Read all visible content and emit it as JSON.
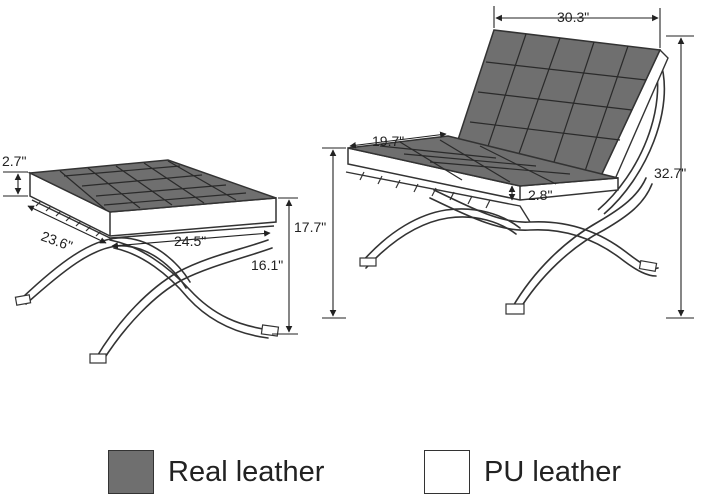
{
  "dimensions": {
    "ottoman_cushion_thickness": "2.7\"",
    "ottoman_depth": "23.6\"",
    "ottoman_width": "24.5\"",
    "ottoman_height": "16.1\"",
    "chair_backrest_width": "30.3\"",
    "chair_seat_depth": "19.7\"",
    "chair_cushion_thickness": "2.8\"",
    "chair_seat_height": "17.7\"",
    "chair_total_height": "32.7\""
  },
  "legend": {
    "real_leather": {
      "label": "Real leather",
      "color": "#6f6f6f"
    },
    "pu_leather": {
      "label": "PU leather",
      "color": "#ffffff"
    }
  }
}
